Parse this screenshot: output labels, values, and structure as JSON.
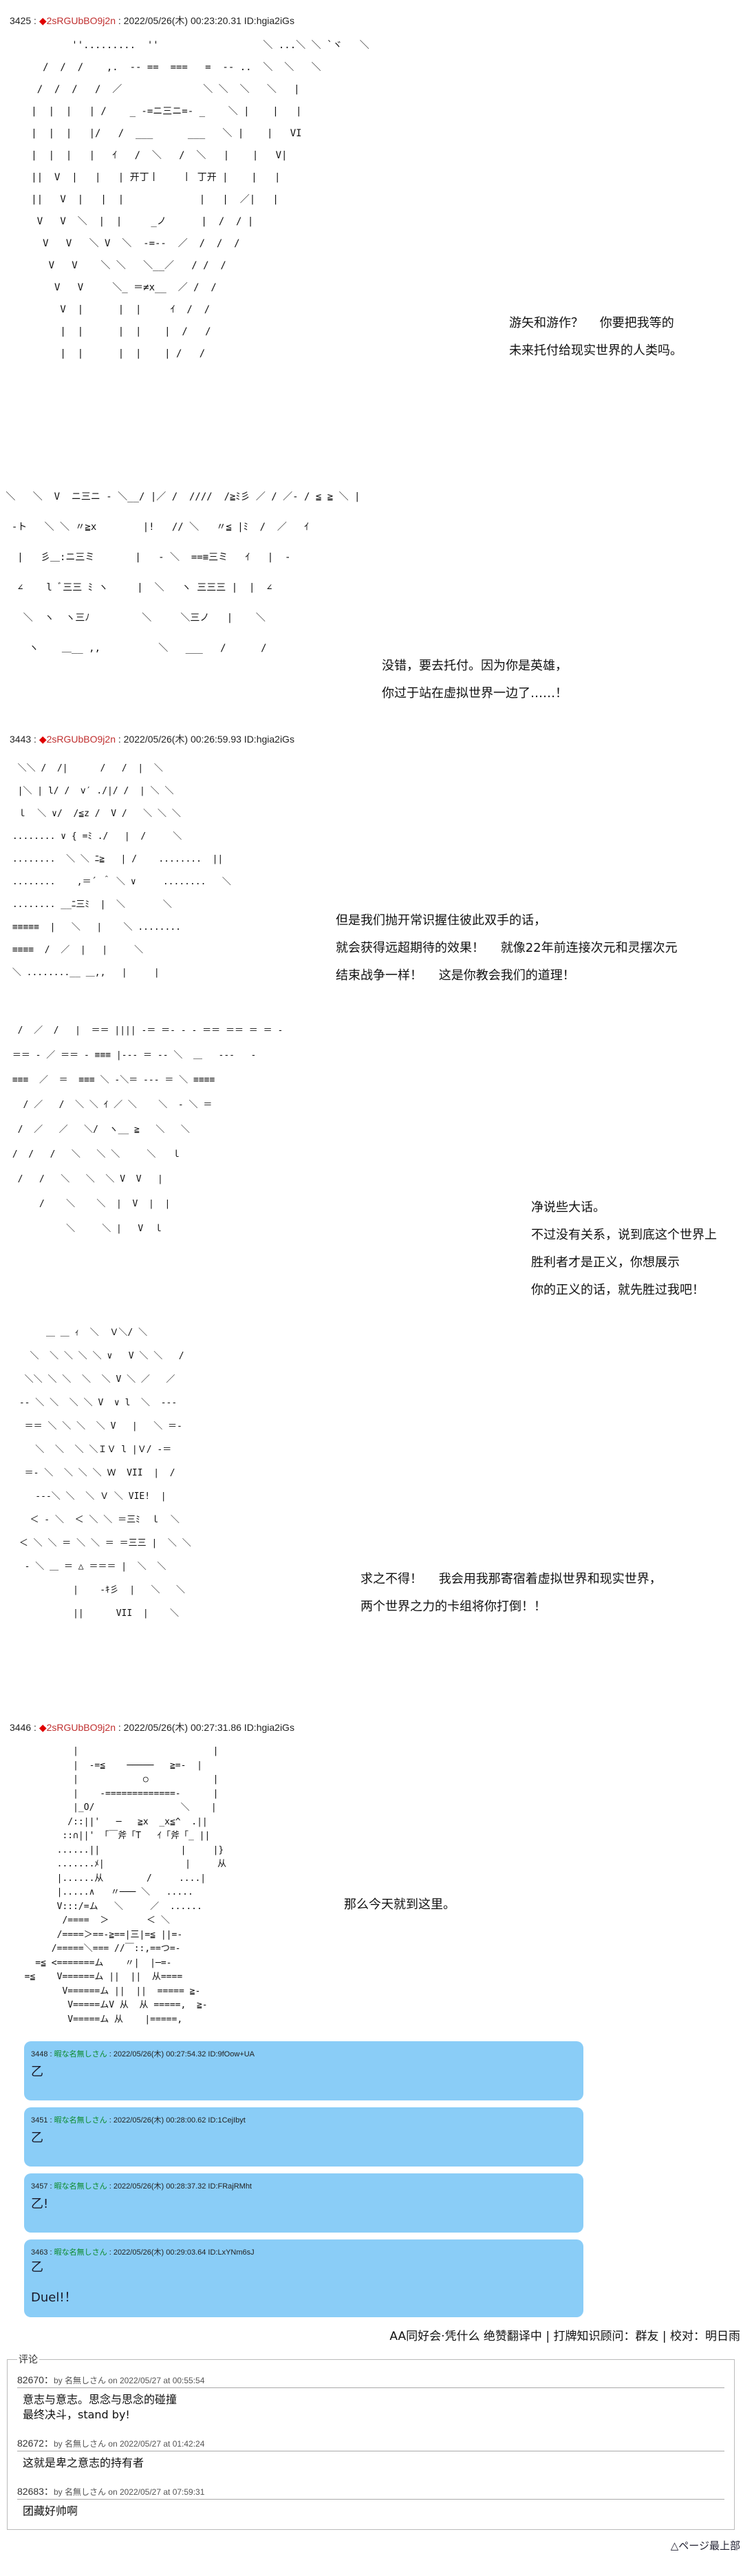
{
  "posts": [
    {
      "num": "3425",
      "sep": " : ",
      "trip": "2sRGUbBO9j2n",
      "date": " : 2022/05/26(木) 00:23:20.31 ID:hgia2iGs"
    },
    {
      "num": "3443",
      "sep": " : ",
      "trip": "2sRGUbBO9j2n",
      "date": " : 2022/05/26(木) 00:26:59.93 ID:hgia2iGs"
    },
    {
      "num": "3446",
      "sep": " : ",
      "trip": "2sRGUbBO9j2n",
      "date": " : 2022/05/26(木) 00:27:31.86 ID:hgia2iGs"
    }
  ],
  "trip_mark": "◆",
  "dialogue": [
    "游矢和游作？　 你要把我等的\n未来托付给现实世界的人类吗。",
    "没错，要去托付。因为你是英雄，\n你过于站在虚拟世界一边了……！",
    "但是我们抛开常识握住彼此双手的话，\n就会获得远超期待的效果！　 就像22年前连接次元和灵摆次元\n结束战争一样！　 这是你教会我们的道理！",
    "净说些大话。\n不过没有关系，说到底这个世界上\n胜利者才是正义，你想展示\n你的正义的话，就先胜过我吧！",
    "求之不得！　 我会用我那寄宿着虚拟世界和现实世界，\n两个世界之力的卡组将你打倒！！",
    "那么今天就到这里。"
  ],
  "aa": [
    [
      "          ''.........  ''                  ＼ ...＼ ＼ `ヾ   ＼",
      "     /  /  /    ,.  -‐ ==  ===   =  ‐- ..  ＼  ＼   ＼",
      "    /  /  /   /  ／              ＼ ＼  ＼   ＼   |",
      "   |  |  |   | /    _ ‐=ニ三ニ=‐ _    ＼ |    |   |",
      "   |  |  |   |/   /  ___      ___   ＼ |    |   VI",
      "   |  |  |   |   ｲ   /  ＼   /  ＼   |    |   V|",
      "   ||  V  |   |   | 开丁丨    丨 丁开 |    |   |",
      "   ||   V  |   |  |             |   |  ／|   |",
      "    V   V  ＼  |  |     _ノ      |  /  / |",
      "     V   V   ＼ V  ＼  ‐=-‐  ／  /  /  /",
      "      V   V    ＼ ＼   ＼__／   / /  /",
      "       V   V     ＼_ ＝≠x__  ／ /  /",
      "        V  |      |  |     ｲ  /  /",
      "        |  |      |  |    |  /   /",
      "        |  |      |  |    | /   /"
    ],
    [
      " ＼   ＼  V  ニ三ニ ‐ ＼__/ |／ /  ////  /≧ﾐ彡 ／ / ／‐ / ≦ ≧ ＼ |",
      "  ‐ト   ＼ ＼ 〃≧x        |!   // ＼   〃≦ |ﾐ  /  ／   ｲ",
      "   |   彡＿:ニ三ミ       |   ‐ ＼  ==≡三ミ   ｲ   |  ‐",
      "   ∠    l ﾞ三三 ﾐ ヽ     |  ＼   ヽ 三三三 |  |  ∠",
      "    ＼  ヽ  ヽ三ﾉ         ＼     ＼三ノ   |    ＼",
      "     ヽ    ＿__ ,,          ＼   ___   /      /"
    ],
    [
      "  ＼＼ /  /|      /   /  |  ＼",
      "  |＼ | l/ /  v′ ./|/ /  | ＼ ＼",
      "  ｌ  ＼ ∨/  /≦z /  V /   ＼ ＼ ＼",
      " ........ ∨ { =ﾐ ./   |  /     ＼",
      " ........  ＼ ＼ ﾆ≧   | /    ........  ||",
      " ........    ,＝´ ＾ ＼ ∨     ........   ＼",
      " ........ __ﾆ三ﾐ  |  ＼       ＼",
      " ≡≡≡≡≡  |   ＼   |    ＼ ........",
      " ≡≡≡≡  /  ／  |   |     ＼",
      " ＼ ........__ ＿,,   |     |"
    ],
    [
      "  /  ／  /   |  ＝＝ |||| ‐＝ ＝‐ ‐ ‐ ＝＝ ＝＝ ＝ ＝ ‐",
      " ＝＝ ‐ ／ ＝＝ ‐ ≡≡≡ |‐‐‐ ＝ ‐‐ ＼  ＿   ‐‐‐   ‐",
      " ≡≡≡  ／  ＝  ≡≡≡ ＼ ‐＼＝ ‐‐‐ ＝ ＼ ≡≡≡≡",
      "   / ／   /  ＼ ＼ ｲ ／ ＼    ＼  ‐ ＼ ＝",
      "  /  ／   ／   ＼/  ヽ__ ≧   ＼   ＼",
      " /  /   /   ＼   ＼ ＼     ＼   ｌ",
      "  /   /   ＼   ＼  ＼ V  V   |",
      "      /    ＼    ＼  |  V  |  |",
      "           ＼     ＼ |   V  ｌ"
    ],
    [
      "      ＿ ＿ ｨ  ＼  Ｖ＼/ ＼",
      "   ＼  ＼ ＼ ＼ ＼ ∨   V ＼ ＼   /",
      "  ＼＼ ＼ ＼  ＼  ＼ V ＼ ／   ／",
      " ‐‐ ＼ ＼  ＼ ＼ V  ∨ l  ＼  ‐‐‐",
      "  ＝＝ ＼ ＼ ＼  ＼ V   |   ＼ ＝‐",
      "    ＼  ＼  ＼ ＼ＩＶ l |Ｖ/ ‐＝",
      "  ＝‐ ＼  ＼ ＼ ＼ Ｗ  VII  |  /",
      "    ‐‐‐＼ ＼  ＼ Ｖ ＼ VIE!  |",
      "   ＜ ‐ ＼  ＜ ＼ ＼ ＝三ﾐ  ｌ  ＼",
      " ＜ ＼ ＼ ＝ ＼ ＼ ＝ ＝三三 |  ＼ ＼",
      "  ‐ ＼ ＿ ＝ △ ＝＝＝ |  ＼  ＼",
      "           |    -ｷ彡  |   ＼   ＼",
      "           ||      VII  |    ＼"
    ],
    [
      "           |                         |",
      "           |  -=≦    ─────   ≧=-  |",
      "           |            ○            |",
      "           |    -=============-      |",
      "           |_O/                ＼    |",
      "          /::||'   ─   ≧x  _x≦^  .||",
      "         ::∩||' 「￣斧「T   ｲ「斧「_ ||",
      "        ......||               |     |}",
      "        .......ﾒ|               |     从",
      "        |......从        /     ....|",
      "        |.....∧   〃─── ＼   .....",
      "        V:::/=ム   ＼     ／  ......",
      "         /====  ＞       ＜ ＼",
      "        /====＞==-≧==|三|=≦ ||=-",
      "       /=====＼=== //￣::,==つ=-",
      "    =≦ <=======ム    〃|  |─=-",
      "  =≦    V======ム ||  ||  从====",
      "         V======ム ||  ||  ===== ≧-",
      "          V=====ムV 从  从 =====,  ≧-",
      "          V=====ム 从    |=====,"
    ]
  ],
  "replies": [
    {
      "num": "3448",
      "name": "暇な名無しさん",
      "meta": " : 2022/05/26(木) 00:27:54.32 ID:9fOow+UA",
      "body": "乙"
    },
    {
      "num": "3451",
      "name": "暇な名無しさん",
      "meta": " : 2022/05/26(木) 00:28:00.62 ID:1CejIbyt",
      "body": "乙"
    },
    {
      "num": "3457",
      "name": "暇な名無しさん",
      "meta": " : 2022/05/26(木) 00:28:37.32 ID:FRajRMht",
      "body": "乙!"
    },
    {
      "num": "3463",
      "name": "暇な名無しさん",
      "meta": " : 2022/05/26(木) 00:29:03.64 ID:LxYNm6sJ",
      "body": "乙\n\nDuel!！"
    }
  ],
  "credits": "AA同好会·凭什么 绝赞翻译中 | 打牌知识顾问：群友 | 校对：明日雨",
  "comments": {
    "legend": "评论",
    "items": [
      {
        "num": "82670：",
        "meta": "by 名無しさん on 2022/05/27 at 00:55:54",
        "body": "意志与意志。思念与思念的碰撞\n最终决斗，stand by!"
      },
      {
        "num": "82672：",
        "meta": "by 名無しさん on 2022/05/27 at 01:42:24",
        "body": "这就是卑之意志的持有者"
      },
      {
        "num": "82683：",
        "meta": "by 名無しさん on 2022/05/27 at 07:59:31",
        "body": "团藏好帅啊"
      }
    ]
  },
  "top_link": "△ページ最上部"
}
